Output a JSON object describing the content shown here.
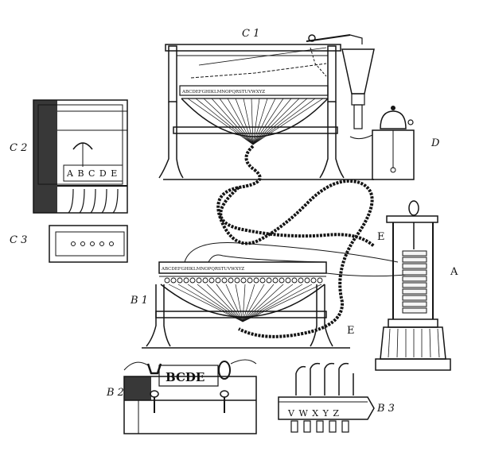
{
  "figure": {
    "labels": {
      "c1": "C 1",
      "c2": "C 2",
      "c3": "C 3",
      "d": "D",
      "e_upper": "E",
      "e_lower": "E",
      "a": "A",
      "b1": "B 1",
      "b2": "B 2",
      "b3": "B 3"
    },
    "alphabet_receiver": "ABCDEFGHIKLMNOPQRSTUVWXYZ",
    "alphabet_transmitter": "ABCDEFGHIKLMNOPQRSTUVWXYZ",
    "detail_c2_letters": "A B C D E",
    "detail_b2_letters": "BCDE",
    "detail_b3_letters": "V W X Y Z"
  }
}
